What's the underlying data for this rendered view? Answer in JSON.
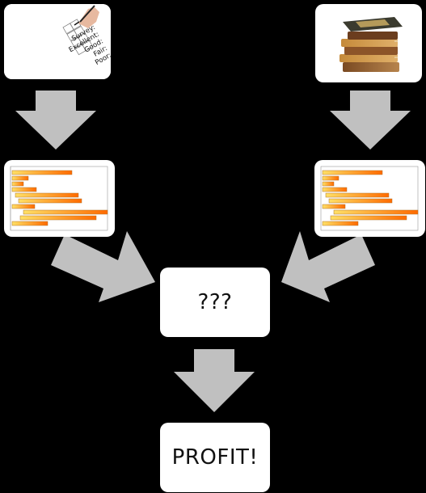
{
  "nodes": {
    "survey": {
      "icon": "survey-icon",
      "lines": [
        "Survey:",
        "Excellent:",
        "Good:",
        "Fair:",
        "Poor:"
      ]
    },
    "books": {
      "icon": "books-icon"
    },
    "chart_left": {
      "icon": "bar-chart-icon"
    },
    "chart_right": {
      "icon": "bar-chart-icon"
    },
    "unknown_step": {
      "label": "???"
    },
    "result": {
      "label": "PROFIT!"
    }
  },
  "colors": {
    "background": "#000000",
    "arrow": "#c0c0c0",
    "card": "#ffffff",
    "bar_light": "#ffe066",
    "bar_dark": "#ff6a00"
  }
}
